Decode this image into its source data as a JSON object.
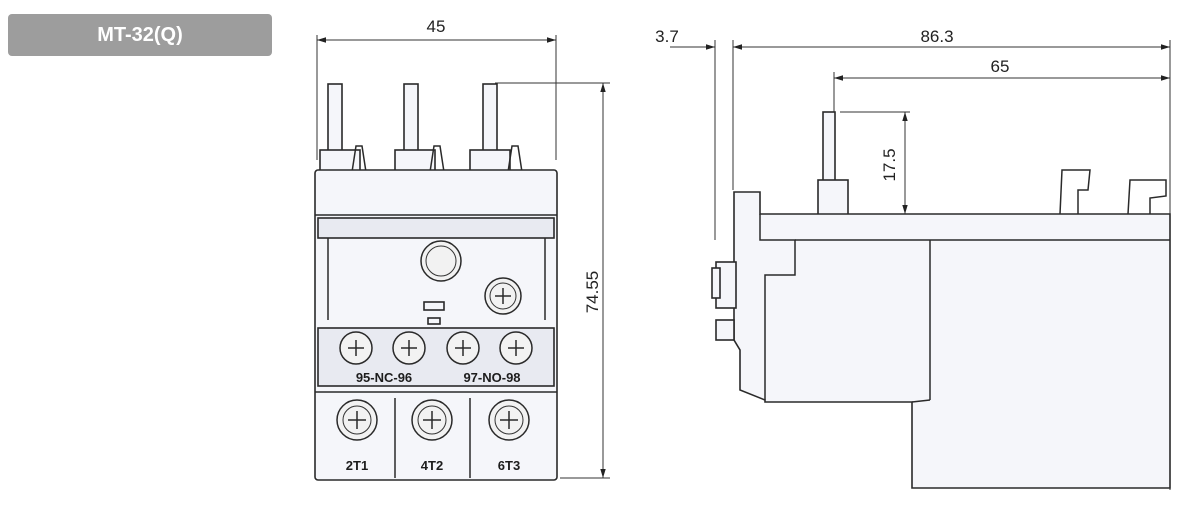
{
  "model": "MT-32(Q)",
  "dimensions": {
    "front_width": "45",
    "front_height": "74.55",
    "side_offset": "3.7",
    "side_total": "86.3",
    "side_inner": "65",
    "terminal_height": "17.5"
  },
  "terminals": {
    "aux_nc": "95-NC-96",
    "aux_no": "97-NO-98",
    "main": [
      "2T1",
      "4T2",
      "6T3"
    ]
  }
}
